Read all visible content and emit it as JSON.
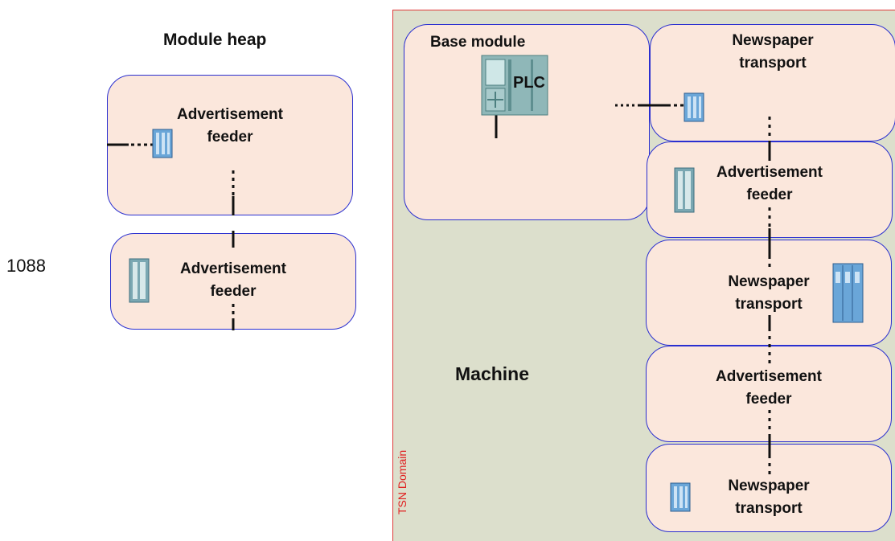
{
  "left": {
    "heading": "Module heap",
    "side_number": "1088",
    "modules": [
      {
        "title_line1": "Advertisement",
        "title_line2": "feeder"
      },
      {
        "title_line1": "Advertisement",
        "title_line2": "feeder"
      }
    ]
  },
  "domain": {
    "label": "TSN Domain",
    "machine_label": "Machine",
    "base_module": {
      "title": "Base module",
      "plc_label": "PLC"
    },
    "modules": [
      {
        "title_line1": "Newspaper",
        "title_line2": "transport"
      },
      {
        "title_line1": "Advertisement",
        "title_line2": "feeder"
      },
      {
        "title_line1": "Newspaper",
        "title_line2": "transport"
      },
      {
        "title_line1": "Advertisement",
        "title_line2": "feeder"
      },
      {
        "title_line1": "Newspaper",
        "title_line2": "transport"
      }
    ]
  },
  "colors": {
    "module_fill": "#fbe7dc",
    "module_border": "#2a2fd0",
    "domain_fill": "#dcdfcc",
    "domain_border": "#e03a3a",
    "device_blue": "#6aa6d8"
  }
}
